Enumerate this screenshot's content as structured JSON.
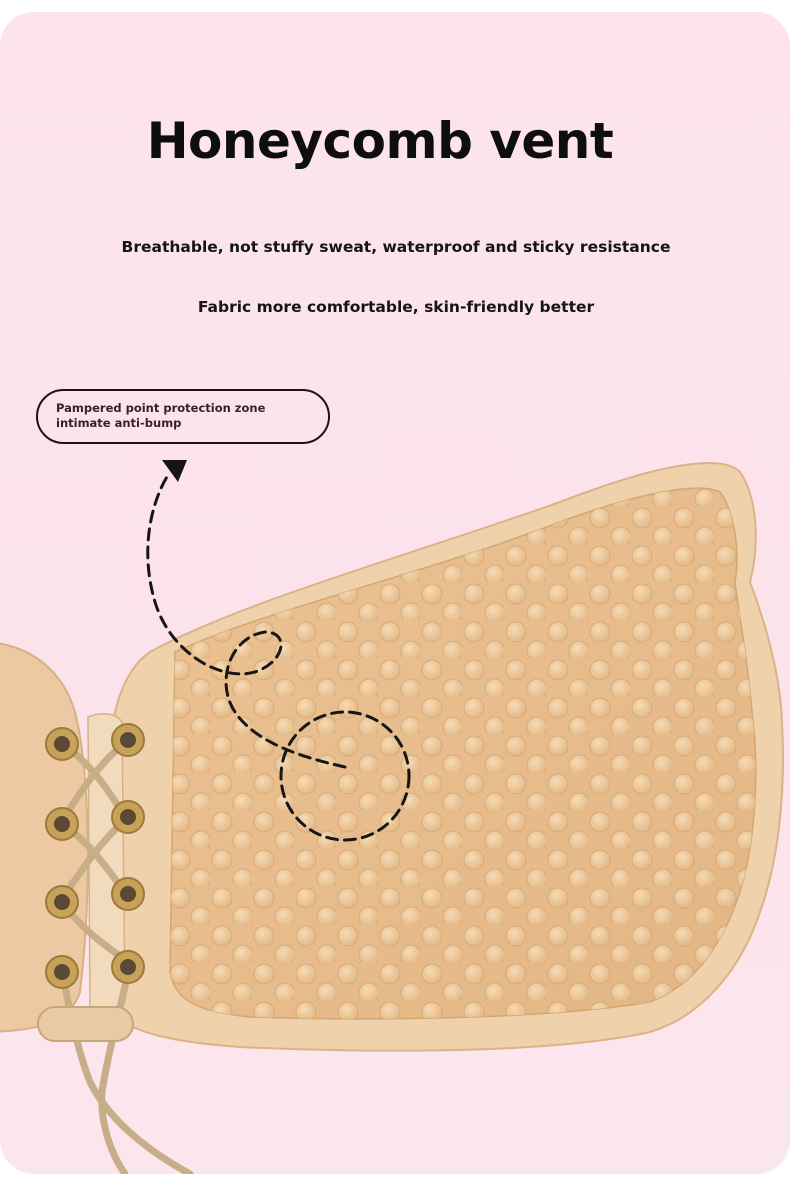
{
  "heading": {
    "title": "Honeycomb vent",
    "line1": "Breathable, not stuffy sweat, waterproof and sticky resistance",
    "line2": "Fabric more comfortable, skin-friendly better"
  },
  "callout": {
    "line1": "Pampered point protection zone",
    "line2": "intimate anti-bump"
  },
  "colors": {
    "background": "#fde4ec",
    "pad_outer": "#eccaa2",
    "pad_inner": "#e7bd8e",
    "dots": "#efd0a6",
    "eyelet": "#c9a25a",
    "text": "#0e0e0e"
  }
}
